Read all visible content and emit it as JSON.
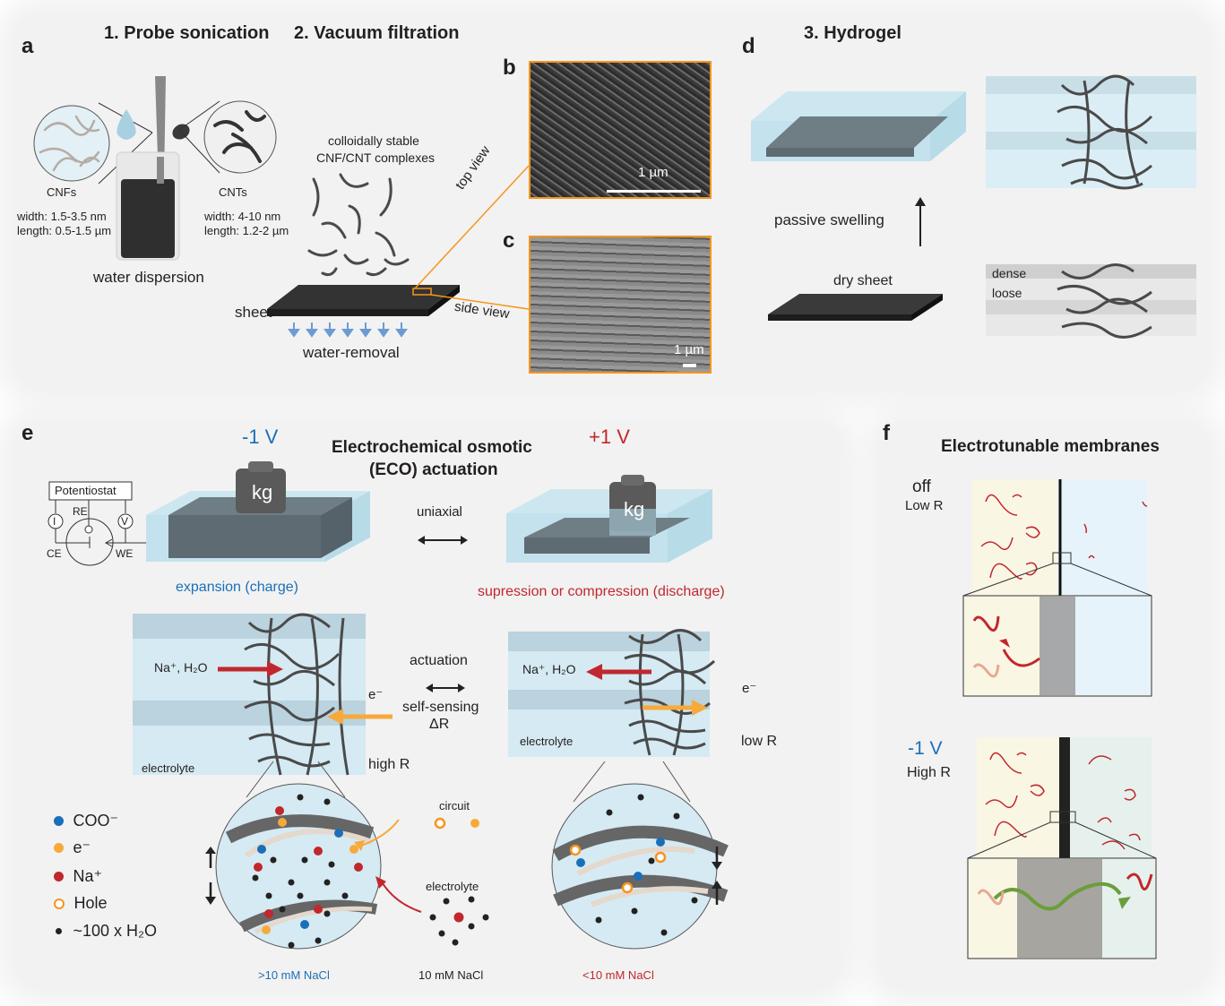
{
  "figure": {
    "panel_labels": {
      "a": "a",
      "b": "b",
      "c": "c",
      "d": "d",
      "e": "e",
      "f": "f"
    },
    "colors": {
      "blue": "#1a6fb8",
      "red": "#c1272d",
      "orange": "#f7941d",
      "light_blue": "#cfe6ef",
      "sheet_gray": "#5f6b72",
      "green": "#6a9e3a",
      "membrane_left": "#faf6e4",
      "membrane_right": "#e6f3fa"
    }
  },
  "panel_a": {
    "step1_title": "1. Probe sonication",
    "step2_title": "2. Vacuum filtration",
    "cnfs": {
      "name": "CNFs",
      "width": "width: 1.5-3.5 nm",
      "length": "length: 0.5-1.5 µm"
    },
    "cnts": {
      "name": "CNTs",
      "width": "width: 4-10 nm",
      "length": "length: 1.2-2 µm"
    },
    "beaker_label": "water dispersion",
    "complexes_label_1": "colloidally stable",
    "complexes_label_2": "CNF/CNT complexes",
    "sheet_label": "sheet",
    "water_removal": "water-removal",
    "top_view": "top view",
    "side_view": "side view"
  },
  "panel_b": {
    "scale_bar": "1 µm"
  },
  "panel_c": {
    "scale_bar": "1 µm"
  },
  "panel_d": {
    "title": "3. Hydrogel",
    "passive_swelling": "passive swelling",
    "dry_sheet": "dry sheet",
    "dense": "dense",
    "loose": "loose"
  },
  "panel_e": {
    "title_1": "Electrochemical osmotic",
    "title_2": "(ECO) actuation",
    "neg_voltage": "-1 V",
    "pos_voltage": "+1 V",
    "weight_label": "kg",
    "potentiostat": {
      "label": "Potentiostat",
      "re": "RE",
      "ce": "CE",
      "we": "WE",
      "current": "I",
      "voltage": "V"
    },
    "uniaxial": "uniaxial",
    "expansion": "expansion (charge)",
    "compression": "supression or compression (discharge)",
    "ions_label": "Na⁺, H₂O",
    "electron_label": "e⁻",
    "actuation": "actuation",
    "self_sensing": "self-sensing",
    "delta_r": "ΔR",
    "electrolyte": "electrolyte",
    "high_r": "high R",
    "low_r": "low R",
    "legend": [
      {
        "symbol": "blue-dot",
        "label": "COO⁻"
      },
      {
        "symbol": "orange-dot",
        "label": "e⁻"
      },
      {
        "symbol": "red-dot",
        "label": "Na⁺"
      },
      {
        "symbol": "hole-ring",
        "label": "Hole"
      },
      {
        "symbol": "black-dot",
        "label": "~100 x H₂O"
      }
    ],
    "circuit": "circuit",
    "electrolyte_center": "electrolyte",
    "conc_high": ">10 mM NaCl",
    "conc_mid": "10 mM NaCl",
    "conc_low": "<10 mM NaCl"
  },
  "panel_f": {
    "title": "Electrotunable membranes",
    "state_off": "off",
    "state_off_r": "Low R",
    "state_on": "-1 V",
    "state_on_r": "High R"
  }
}
